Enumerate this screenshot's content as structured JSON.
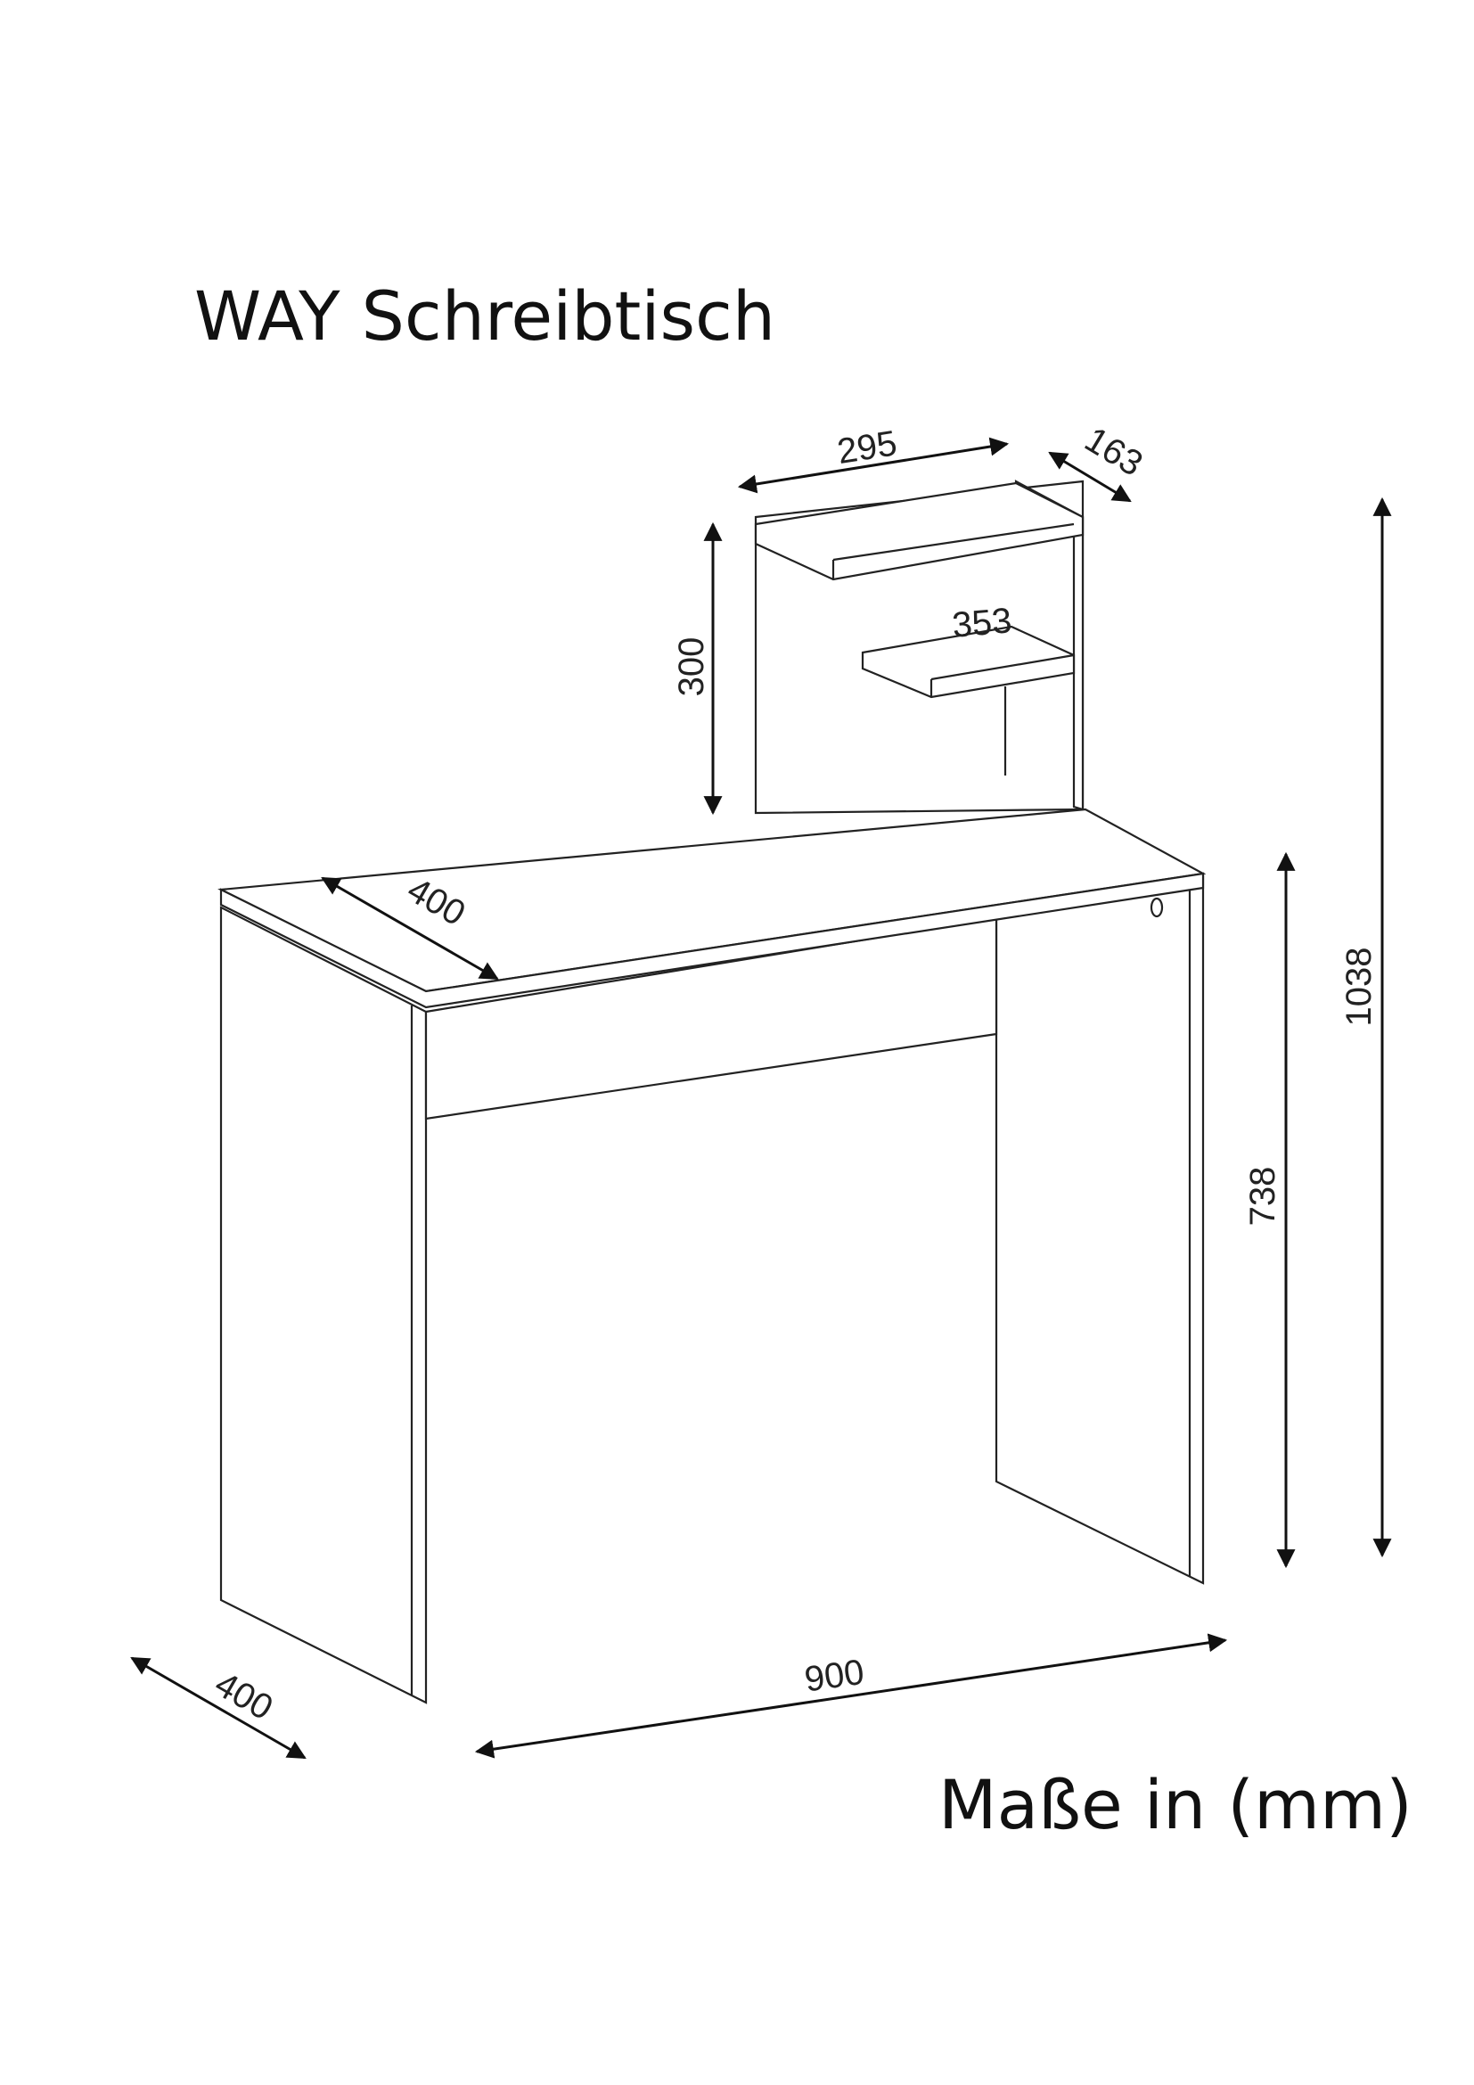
{
  "title": "WAY Schreibtisch",
  "units_note": "Maße in (mm)",
  "dimensions": {
    "shelf_width": "295",
    "shelf_depth": "163",
    "upper_shelf_width": "353",
    "hutch_height": "300",
    "top_depth": "400",
    "total_height": "1038",
    "desk_height": "738",
    "side_depth": "400",
    "desk_width": "900"
  }
}
